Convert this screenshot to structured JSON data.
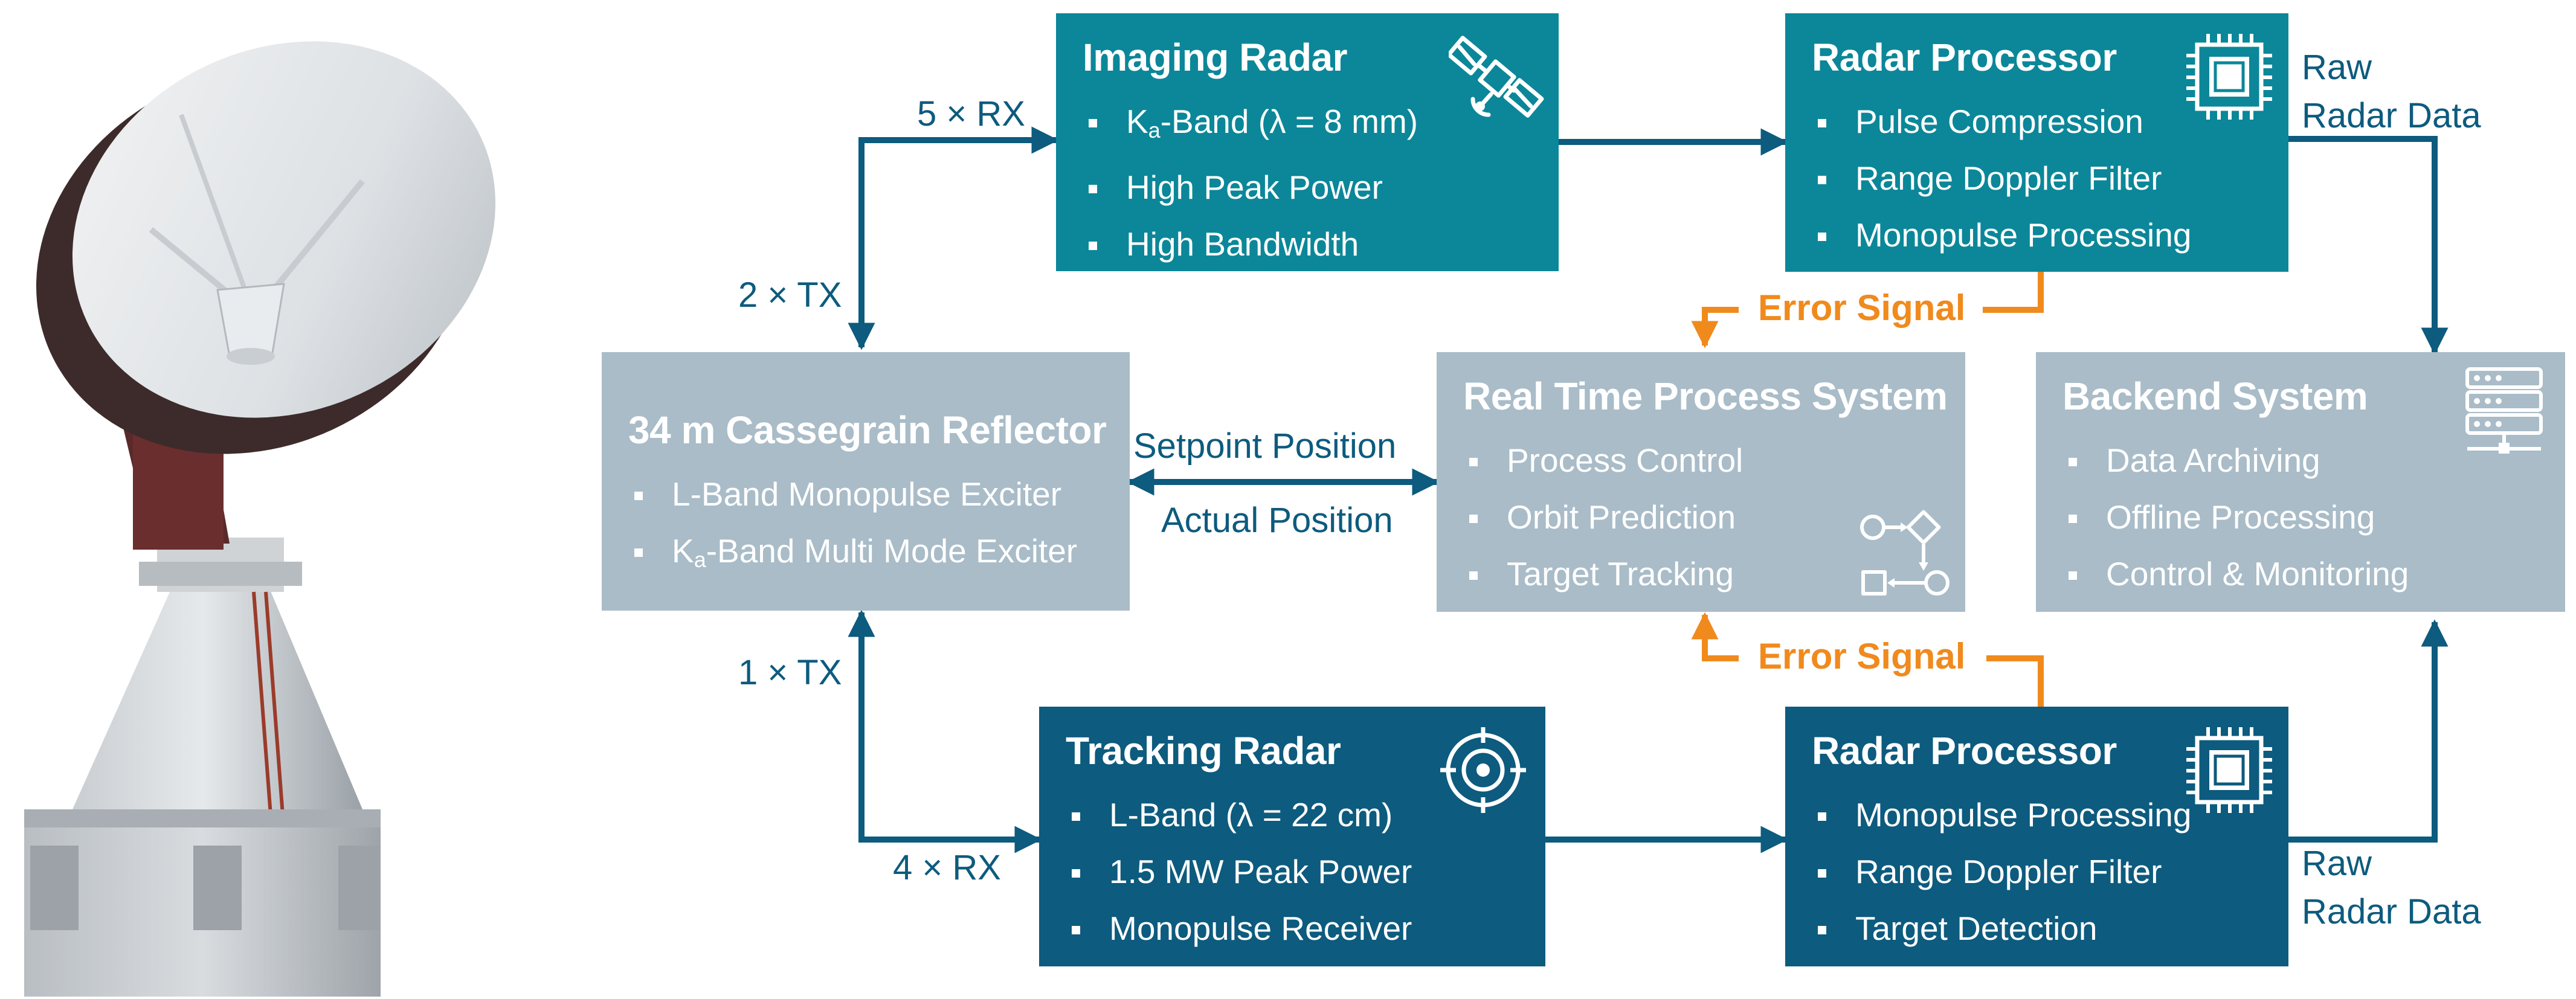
{
  "boxes": {
    "imaging_radar": {
      "title": "Imaging Radar",
      "items": [
        {
          "pre": "K",
          "sub": "a",
          "post": "-Band (λ = 8 mm)"
        },
        {
          "pre": "High Peak Power",
          "sub": "",
          "post": ""
        },
        {
          "pre": "High Bandwidth",
          "sub": "",
          "post": ""
        }
      ]
    },
    "radar_processor_top": {
      "title": "Radar Processor",
      "items": [
        "Pulse Compression",
        "Range Doppler Filter",
        "Monopulse Processing"
      ]
    },
    "reflector": {
      "title": "34 m Cassegrain Reflector",
      "items": [
        {
          "pre": "L-Band Monopulse Exciter",
          "sub": "",
          "post": ""
        },
        {
          "pre": "K",
          "sub": "a",
          "post": "-Band Multi Mode Exciter"
        }
      ]
    },
    "real_time": {
      "title": "Real Time Process System",
      "items": [
        "Process Control",
        "Orbit Prediction",
        "Target Tracking"
      ]
    },
    "backend": {
      "title": "Backend System",
      "items": [
        "Data Archiving",
        "Offline Processing",
        "Control & Monitoring"
      ]
    },
    "tracking_radar": {
      "title": "Tracking Radar",
      "items": [
        "L-Band (λ = 22 cm)",
        "1.5 MW Peak Power",
        "Monopulse Receiver"
      ]
    },
    "radar_processor_bottom": {
      "title": "Radar Processor",
      "items": [
        "Monopulse Processing",
        "Range Doppler Filter",
        "Target Detection"
      ]
    }
  },
  "labels": {
    "rx_top": "5 × RX",
    "tx_top": "2 × TX",
    "tx_bottom": "1 × TX",
    "rx_bottom": "4 × RX",
    "setpoint": "Setpoint Position",
    "actual": "Actual Position",
    "error_top": "Error Signal",
    "error_bottom": "Error Signal",
    "raw_top_1": "Raw",
    "raw_top_2": "Radar Data",
    "raw_bottom_1": "Raw",
    "raw_bottom_2": "Radar Data"
  },
  "icons": {
    "imaging_radar": "satellite-icon",
    "radar_processor_top": "chip-icon",
    "tracking_radar": "target-icon",
    "radar_processor_bottom": "chip-icon",
    "real_time": "flowchart-icon",
    "backend": "server-icon"
  },
  "colors": {
    "teal": "#0b8799",
    "dark_blue": "#0d5b7e",
    "grey": "#a9bcc8",
    "orange": "#f08a1d",
    "arrow": "#0d5b7e"
  }
}
